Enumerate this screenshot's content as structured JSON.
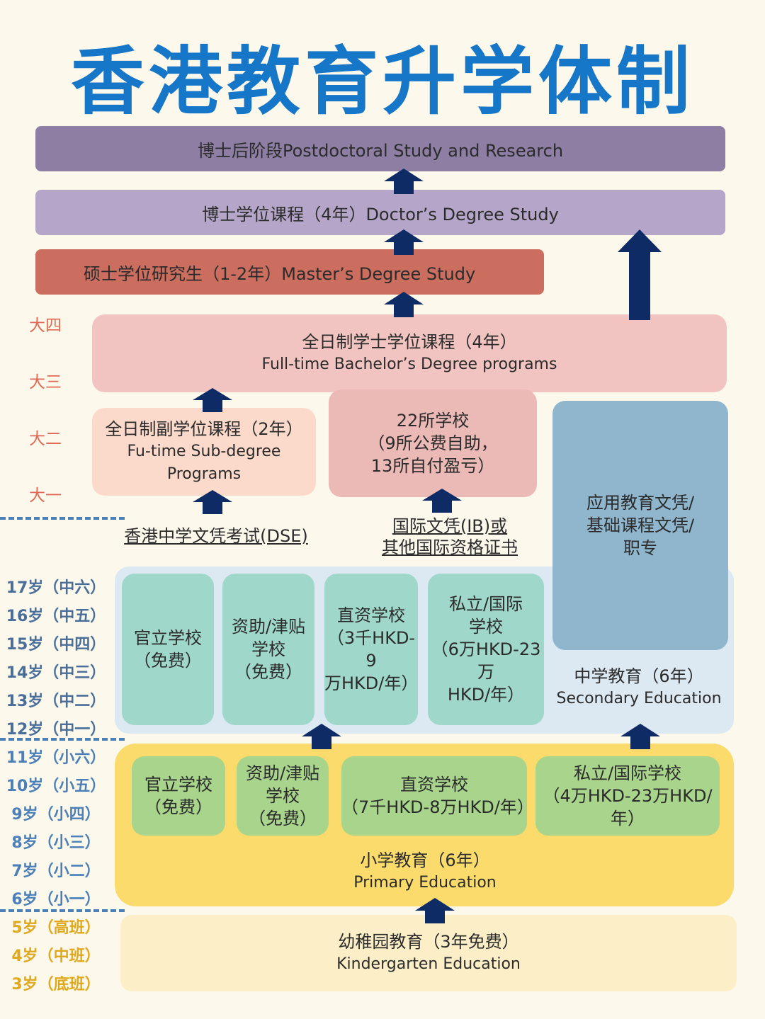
{
  "title": "香港教育升学体制",
  "levels": {
    "postdoc": "博士后阶段Postdoctoral Study and Research",
    "doctor": "博士学位课程（4年）Doctor’s Degree Study",
    "master": "硕士学位研究生（1-2年）Master’s Degree Study",
    "bachelor": {
      "cn": "全日制学士学位课程（4年）",
      "en": "Full-time Bachelor’s Degree programs"
    },
    "subdegree": {
      "cn": "全日制副学位课程（2年）",
      "en1": "Fu-time Sub-degree",
      "en2": "Programs"
    },
    "schools22": {
      "l1": "22所学校",
      "l2": "（9所公费自助，",
      "l3": "13所自付盈亏）"
    },
    "vocational": {
      "l1": "应用教育文凭/",
      "l2": "基础课程文凭/",
      "l3": "职专"
    },
    "dse": "香港中学文凭考试(DSE)",
    "ib": {
      "l1": "国际文凭(IB)或",
      "l2": "其他国际资格证书"
    },
    "secondary": {
      "label_cn": "中学教育（6年）",
      "label_en": "Secondary Education",
      "schools": [
        {
          "l1": "官立学校",
          "l2": "（免费）",
          "l3": "",
          "l4": ""
        },
        {
          "l1": "资助/津贴",
          "l2": "学校",
          "l3": "（免费）",
          "l4": ""
        },
        {
          "l1": "直资学校",
          "l2": "（3千HKD-9",
          "l3": "万HKD/年）",
          "l4": ""
        },
        {
          "l1": "私立/国际",
          "l2": "学校",
          "l3": "（6万HKD-23万",
          "l4": "HKD/年）"
        }
      ]
    },
    "primary": {
      "label_cn": "小学教育（6年）",
      "label_en": "Primary Education",
      "schools": [
        {
          "l1": "官立学校",
          "l2": "（免费）",
          "l3": ""
        },
        {
          "l1": "资助/津贴",
          "l2": "学校",
          "l3": "（免费）"
        },
        {
          "l1": "直资学校",
          "l2": "（7千HKD-8万HKD/年）",
          "l3": ""
        },
        {
          "l1": "私立/国际学校",
          "l2": "（4万HKD-23万HKD/年）",
          "l3": ""
        }
      ]
    },
    "kindergarten": {
      "cn": "幼稚园教育（3年免费）",
      "en": "Kindergarten Education"
    }
  },
  "university_years": [
    "大四",
    "大三",
    "大二",
    "大一"
  ],
  "secondary_ages": [
    "17岁（中六）",
    "16岁（中五）",
    "15岁（中四）",
    "14岁（中三）",
    "13岁（中二）",
    "12岁（中一）"
  ],
  "primary_ages": [
    "11岁（小六）",
    "10岁（小五）",
    "9岁（小四）",
    "8岁（小三）",
    "7岁（小二）",
    "6岁（小一）"
  ],
  "kg_ages": [
    "5岁（高班）",
    "4岁（中班）",
    "3岁（底班）"
  ],
  "colors": {
    "title": "#1676c8",
    "postdoc": "#8e7ea3",
    "doctor": "#b5a6c9",
    "master": "#cb6e60",
    "bachelor": "#f2c4c1",
    "subdegree": "#fbdacb",
    "schools22": "#ebbab7",
    "vocational": "#8fb6cc",
    "secondary_bg": "#dce8f2",
    "secondary_box": "#9fd8cb",
    "primary_bg": "#fadb6b",
    "primary_box": "#a8d48c",
    "kg_bg": "#fcefc7",
    "arrow": "#0f2b66",
    "age_secondary": "#4a6e9a",
    "age_primary": "#4a7fb8",
    "age_kg": "#e0a81c",
    "year_label": "#e06a55"
  }
}
